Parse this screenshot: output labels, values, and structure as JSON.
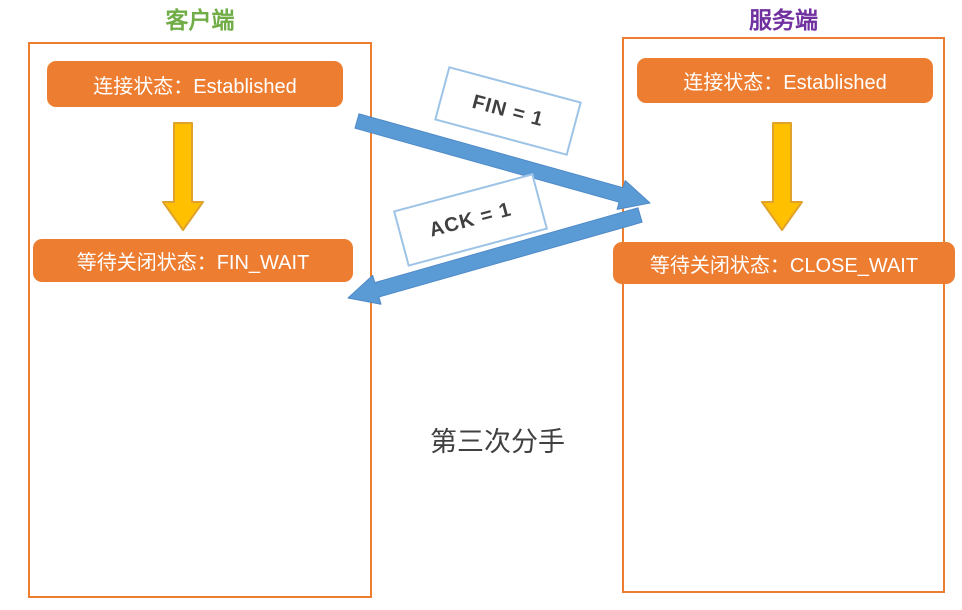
{
  "diagram": {
    "caption": "第三次分手",
    "client": {
      "title": "客户端",
      "state_connected": "连接状态：Established",
      "state_closing": "等待关闭状态：FIN_WAIT"
    },
    "server": {
      "title": "服务端",
      "state_connected": "连接状态：Established",
      "state_closing": "等待关闭状态：CLOSE_WAIT"
    },
    "messages": [
      {
        "label": "FIN = 1",
        "direction": "client-to-server"
      },
      {
        "label": "ACK = 1",
        "direction": "server-to-client"
      }
    ],
    "colors": {
      "pill": "#ED7D31",
      "pill_text": "#FFFFFF",
      "container_border": "#ED7D31",
      "down_arrow": "#FFC000",
      "down_arrow_border": "#DFA32B",
      "blue_arrow": "#5B9BD5",
      "blue_arrow_border": "#4E8AC8",
      "label_border": "#9DC3E6",
      "caption_color": "#404040",
      "client_title": "#70AD47",
      "server_title": "#7030A0"
    }
  }
}
